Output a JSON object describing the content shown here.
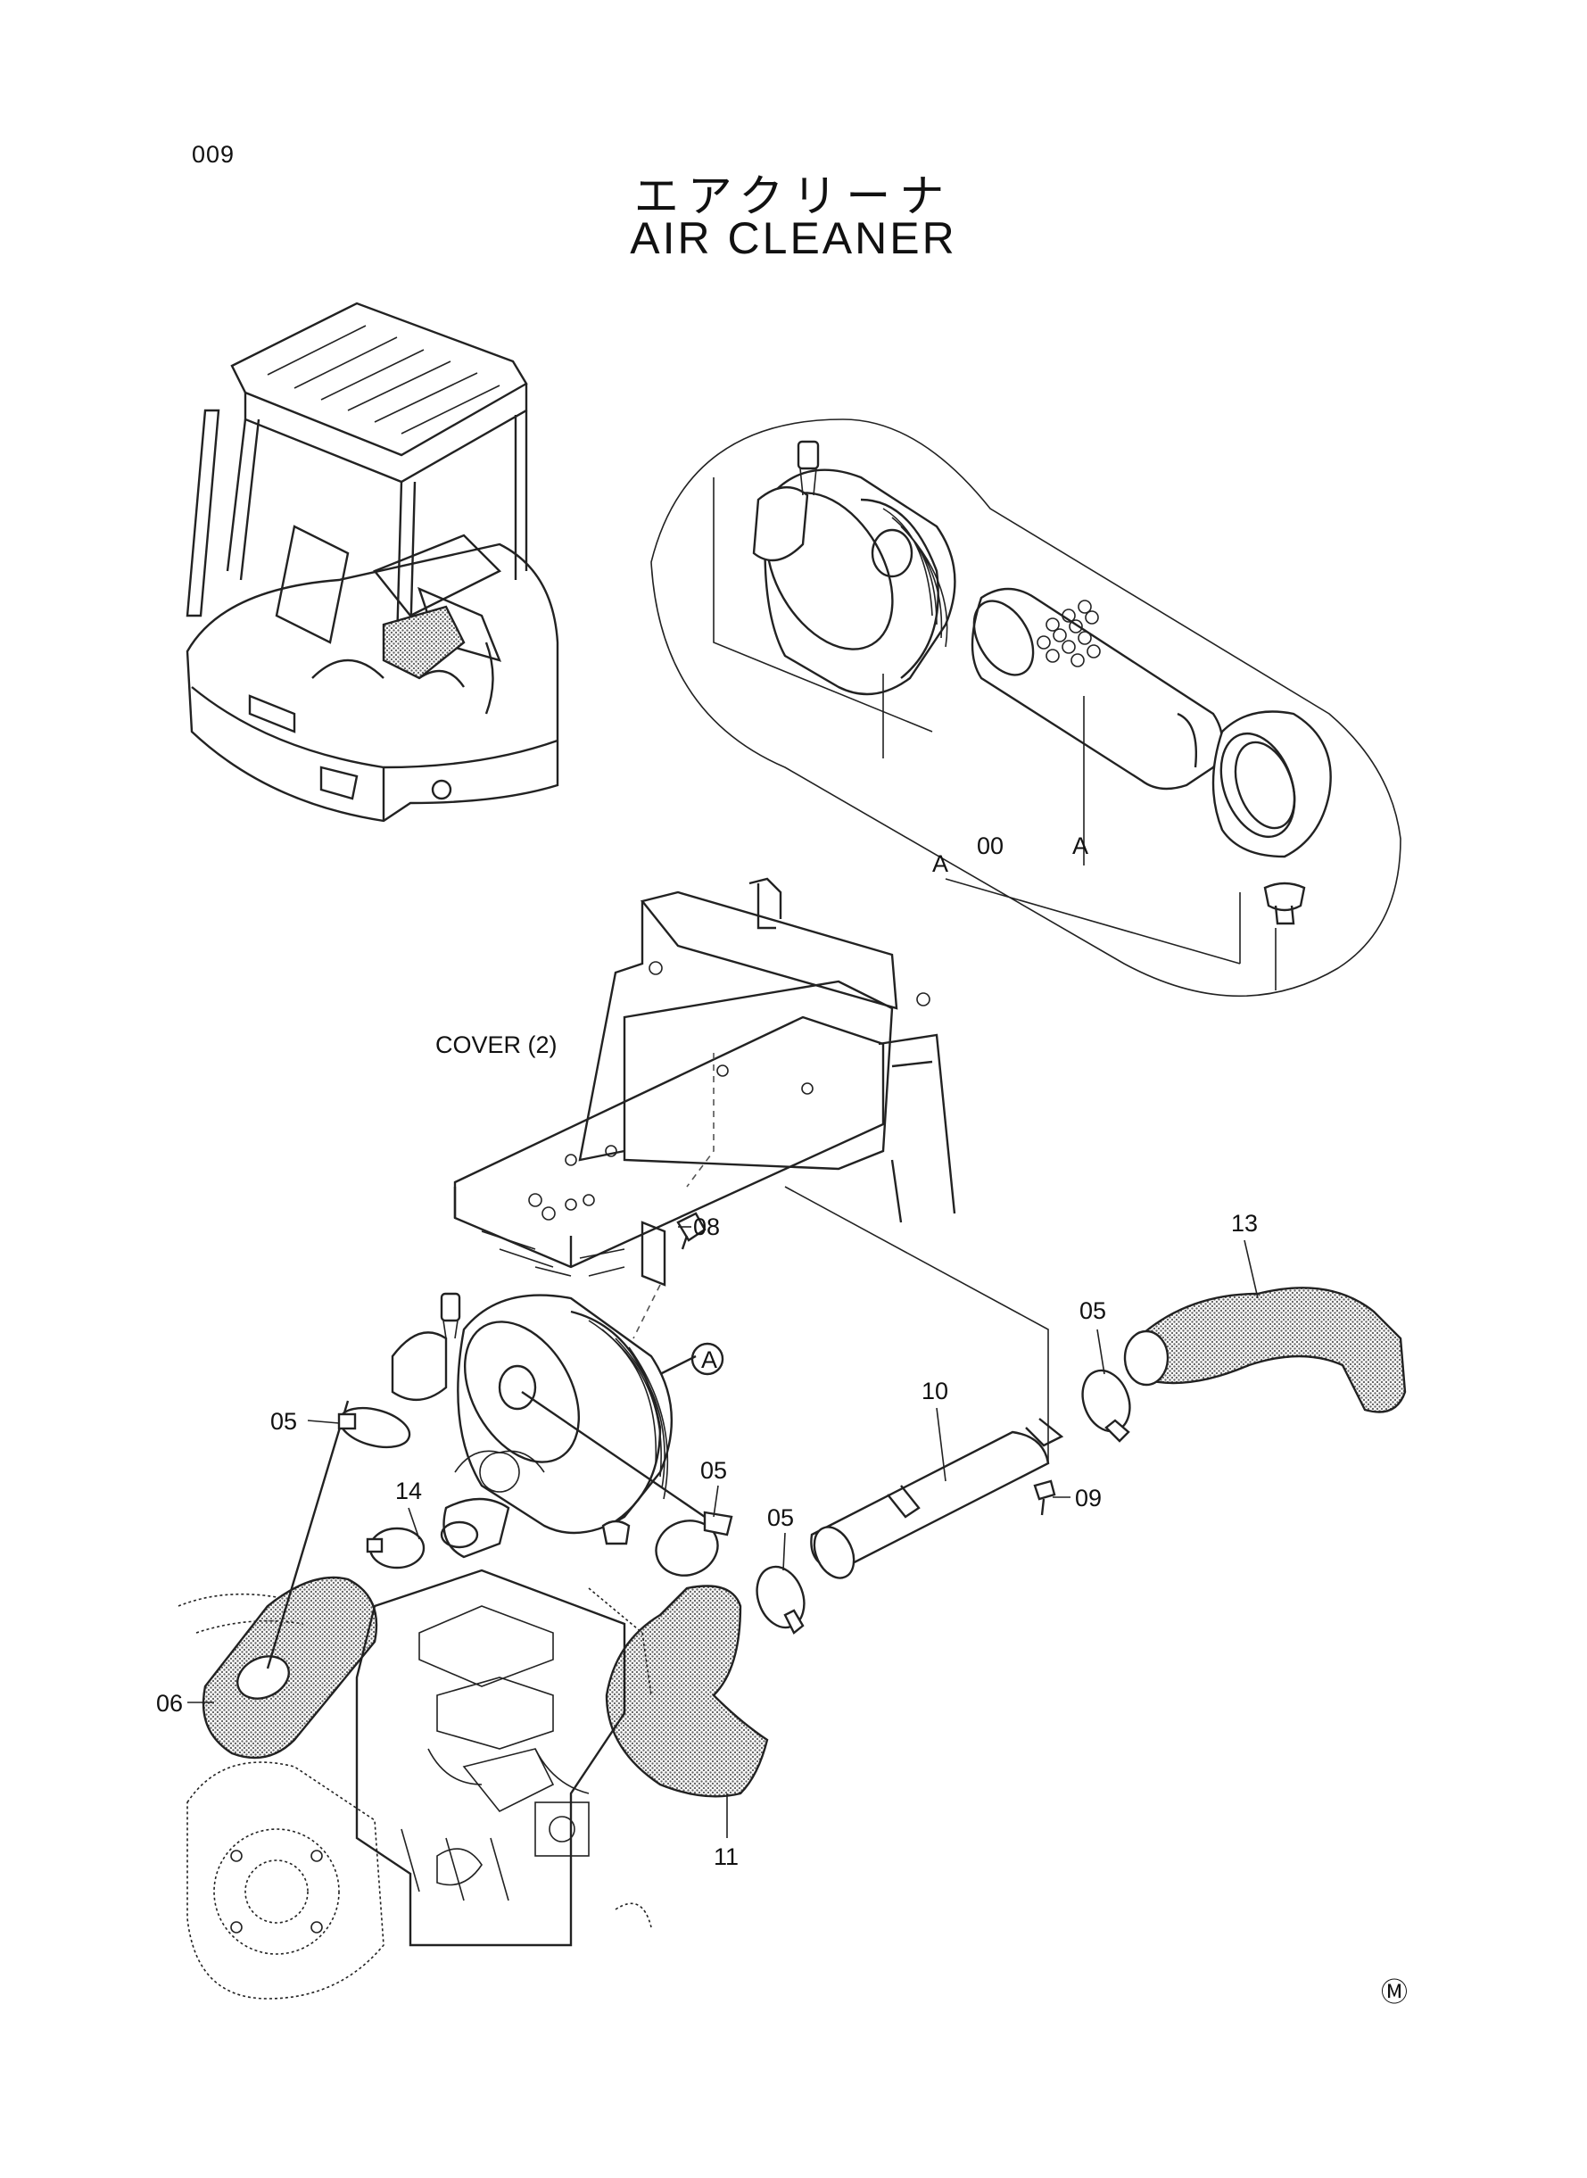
{
  "page": {
    "number": "009",
    "title_jp": "エアクリーナ",
    "title_en": "AIR CLEANER",
    "mark": "Ⓜ"
  },
  "callouts": {
    "assembly": "00",
    "detail_a": "A",
    "clamp": "05",
    "hose_lower": "06",
    "bolt_top": "08",
    "bolt_pipe": "09",
    "pipe": "10",
    "hose_mid": "11",
    "hose_upper": "13",
    "elbow": "14"
  },
  "labels": {
    "cover": "COVER (2)"
  }
}
